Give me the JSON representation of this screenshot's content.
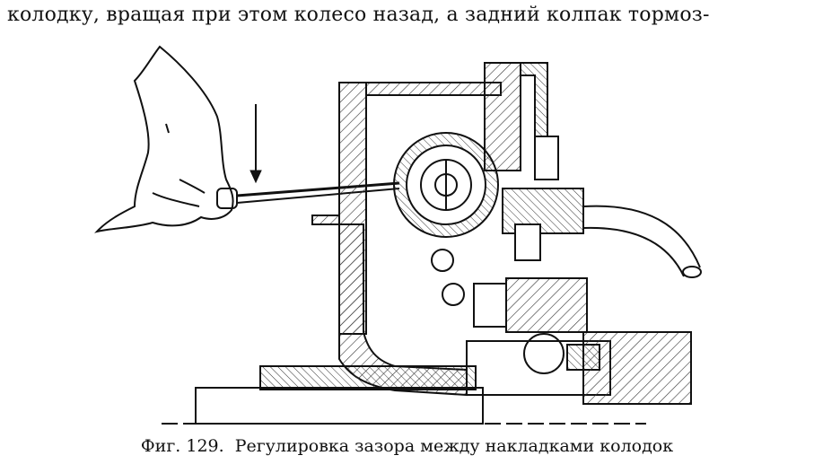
{
  "text": {
    "top_line": "колодку, вращая при этом колесо назад, а задний колпак тормоз-"
  },
  "figure": {
    "caption_label": "Фиг. 129.",
    "caption_text": "Регулировка зазора между накладками колодок",
    "colors": {
      "ink": "#111111",
      "paper": "#ffffff",
      "hatch": "#333333"
    }
  }
}
